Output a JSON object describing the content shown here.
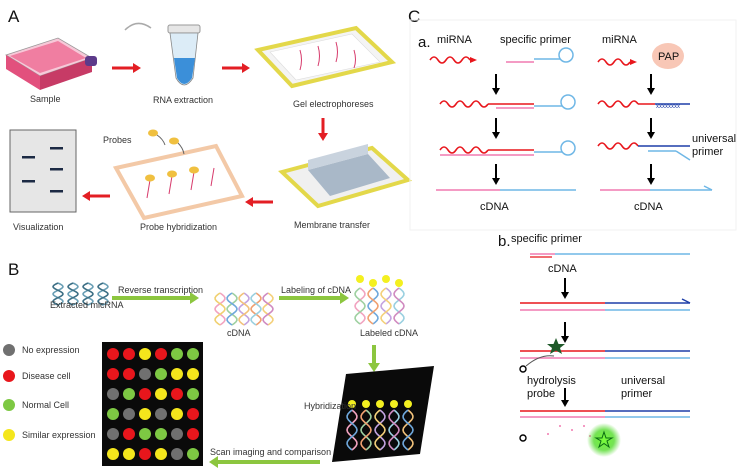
{
  "panels": {
    "a": "A",
    "b": "B",
    "c": "C"
  },
  "panel_a": {
    "sample": "Sample",
    "rna_extraction": "RNA extraction",
    "gel": "Gel electrophoreses",
    "membrane": "Membrane transfer",
    "probe_hyb": "Probe hybridization",
    "probes": "Probes",
    "visualization": "Visualization"
  },
  "panel_b": {
    "extracted": "Extracted micRNA",
    "reverse_transcription": "Reverse transcription",
    "cdna": "cDNA",
    "labeling": "Labeling of cDNA",
    "labeled": "Labeled cDNA",
    "hybridization": "Hybridization",
    "scan": "Scan imaging and comparison",
    "legend": [
      "No expression",
      "Disease cell",
      "Normal Cell",
      "Similar expression"
    ],
    "legend_colors": [
      "#707070",
      "#e8161c",
      "#7dc843",
      "#f4e61c"
    ]
  },
  "panel_c": {
    "a_label": "a.",
    "mirna": "miRNA",
    "specific_primer": "specific primer",
    "pap": "PAP",
    "universal_primer": "universal primer",
    "cdna": "cDNA",
    "b_label": "b.",
    "specific_primer_b": "specific primer",
    "cdna_b": "cDNA",
    "hydrolysis_probe": "hydrolysis probe",
    "universal_primer_b": "universal primer"
  },
  "colors": {
    "arrow_red": "#e31e24",
    "arrow_green": "#8cc63f",
    "mirna": "#e8161c",
    "primer": "#6fb7e6",
    "cdna_pink": "#f07ab0",
    "probe_dark": "#1f5a2a"
  }
}
